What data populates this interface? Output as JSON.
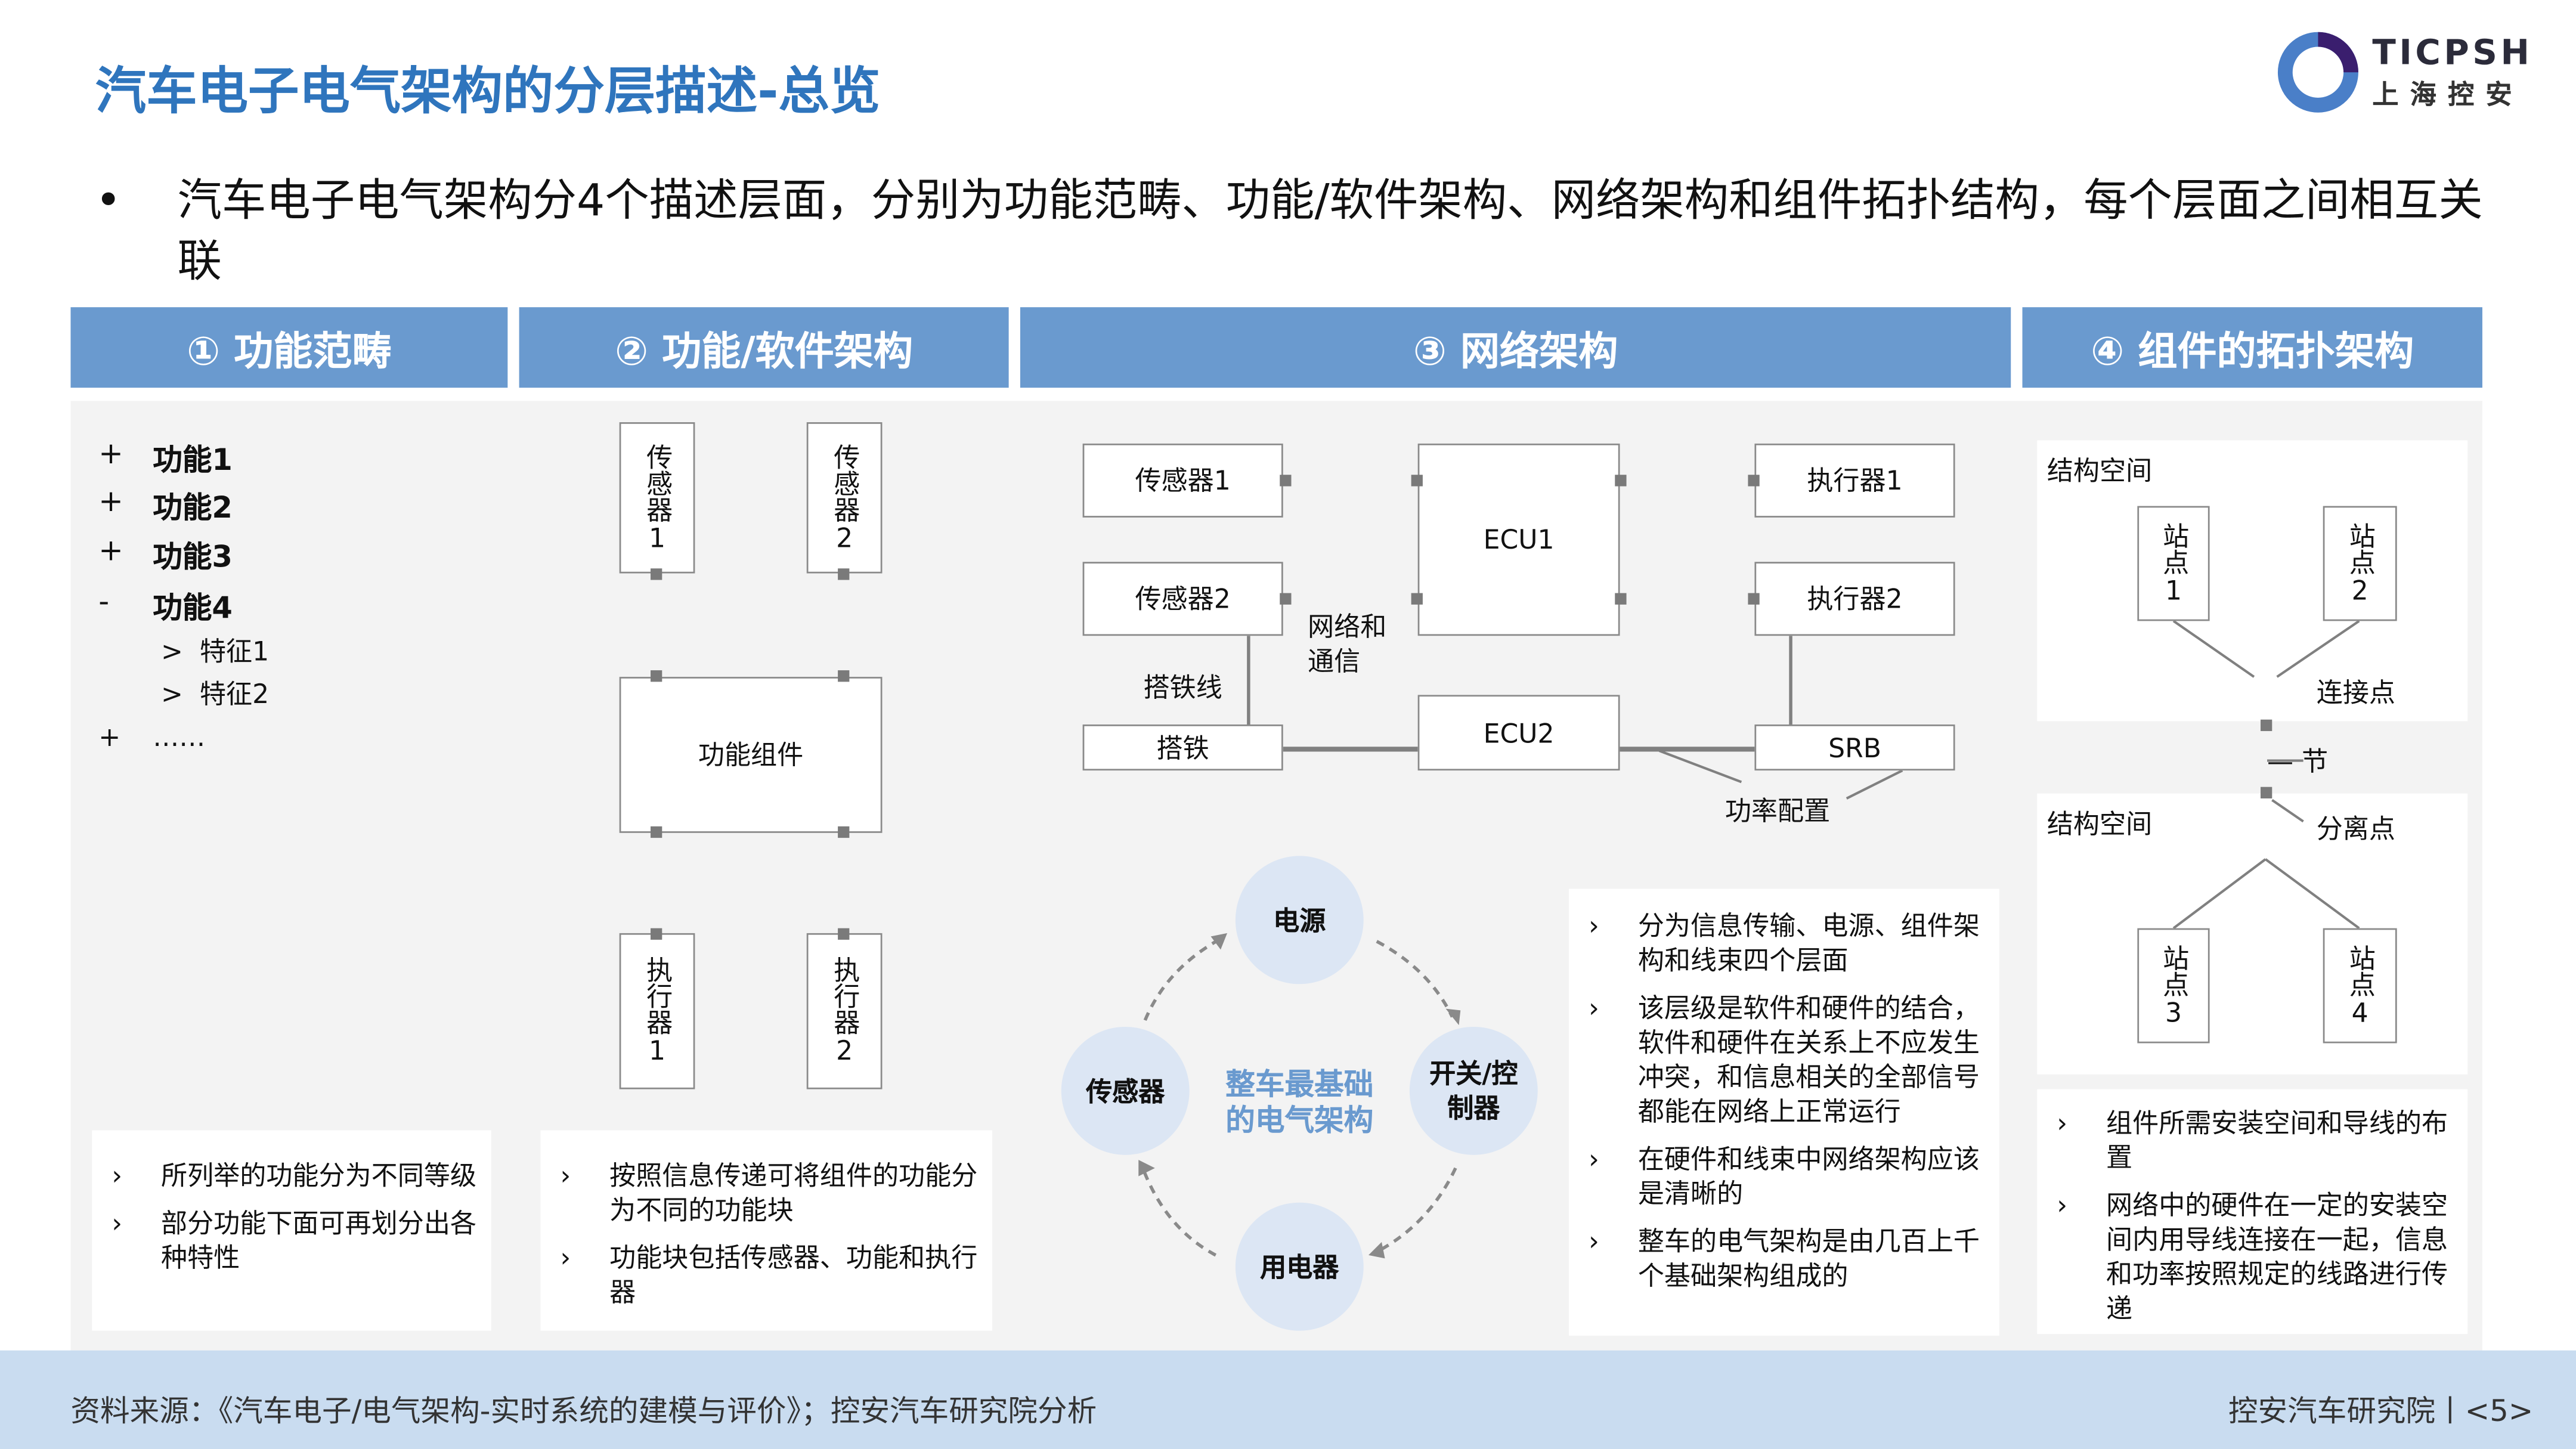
{
  "title": "汽车电子电气架构的分层描述-总览",
  "bullet": {
    "mark": "•",
    "text": "汽车电子电气架构分4个描述层面，分别为功能范畴、功能/软件架构、网络架构和组件拓扑结构，每个层面之间相互关联"
  },
  "logo": {
    "text_en": "TICPSH",
    "text_cn": "上海控安"
  },
  "headers": [
    "① 功能范畴",
    "② 功能/软件架构",
    "③ 网络架构",
    "④ 组件的拓扑架构"
  ],
  "col1": {
    "functions": [
      {
        "sign": "+",
        "label": "功能1"
      },
      {
        "sign": "+",
        "label": "功能2"
      },
      {
        "sign": "+",
        "label": "功能3"
      },
      {
        "sign": "-",
        "label": "功能4"
      }
    ],
    "features": [
      {
        "sign": ">",
        "label": "特征1"
      },
      {
        "sign": ">",
        "label": "特征2"
      }
    ],
    "more": {
      "sign": "+",
      "label": "……"
    },
    "notes": [
      "所列举的功能分为不同等级",
      "部分功能下面可再划分出各种特性"
    ]
  },
  "col2": {
    "sensor1": "传感器1",
    "sensor2": "传感器2",
    "component": "功能组件",
    "actuator1": "执行器1",
    "actuator2": "执行器2",
    "notes": [
      "按照信息传递可将组件的功能分为不同的功能块",
      "功能块包括传感器、功能和执行器"
    ]
  },
  "col3": {
    "sensor1": "传感器1",
    "sensor2": "传感器2",
    "ecu1": "ECU1",
    "ecu2": "ECU2",
    "actuator1": "执行器1",
    "actuator2": "执行器2",
    "ground": "搭铁",
    "srb": "SRB",
    "label_network": "网络和通信",
    "label_ground_wire": "搭铁线",
    "label_power": "功率配置",
    "cycle": {
      "top": "电源",
      "right": "开关/控制器",
      "bottom": "用电器",
      "left": "传感器",
      "center": "整车最基础的电气架构"
    },
    "notes": [
      "分为信息传输、电源、组件架构和线束四个层面",
      "该层级是软件和硬件的结合，软件和硬件在关系上不应发生冲突，和信息相关的全部信号都能在网络上正常运行",
      "在硬件和线束中网络架构应该是清晰的",
      "整车的电气架构是由几百上千个基础架构组成的"
    ]
  },
  "col4": {
    "space1": "结构空间",
    "space2": "结构空间",
    "stations": [
      "站点1",
      "站点2",
      "站点3",
      "站点4"
    ],
    "connect": "连接点",
    "node": "— 节",
    "separate": "分离点",
    "notes": [
      "组件所需安装空间和导线的布置",
      "网络中的硬件在一定的安装空间内用导线连接在一起，信息和功率按照规定的线路进行传递"
    ]
  },
  "note_marker": "›",
  "footer": {
    "source": "资料来源：《汽车电子/电气架构-实时系统的建模与评价》；控安汽车研究院分析",
    "page": "控安汽车研究院丨<5>"
  },
  "colors": {
    "title": "#2F75BD",
    "header": "#6A9ACF",
    "panel": "#F3F3F3",
    "circle": "#DCE6F4",
    "footer": "#C9DCF0"
  }
}
